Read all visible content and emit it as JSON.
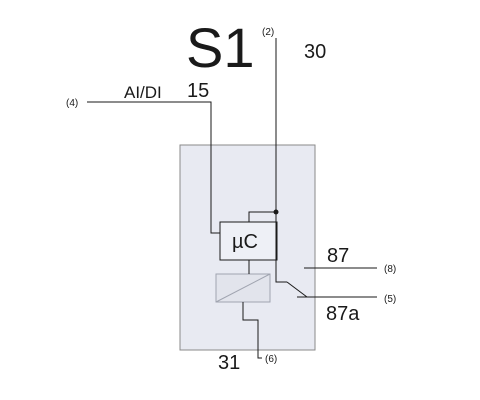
{
  "diagram": {
    "title": "S1",
    "pins": {
      "p30": "30",
      "p15": "15",
      "p87": "87",
      "p87a": "87a",
      "p31": "31"
    },
    "signal_label": "AI/DI",
    "microcontroller_label": "µC",
    "terminal_numbers": {
      "t2": "(2)",
      "t4": "(4)",
      "t8": "(8)",
      "t5": "(5)",
      "t6": "(6)"
    },
    "colors": {
      "housing_fill": "#e8eaf2",
      "housing_stroke": "#8a8a8a",
      "wire": "#1a1a1a",
      "coil_stroke": "#a0a4b0"
    }
  }
}
